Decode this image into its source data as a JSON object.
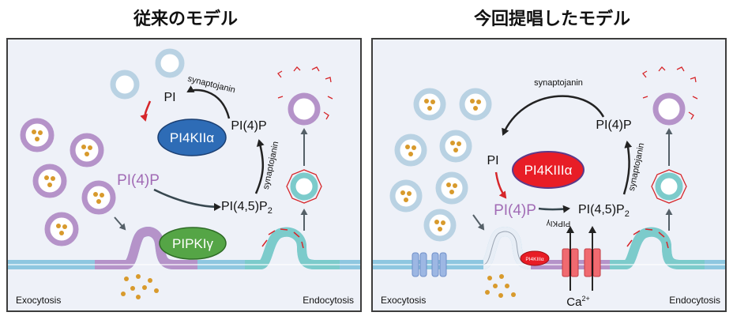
{
  "left": {
    "title": "従来のモデル",
    "labels": {
      "pi": "PI",
      "pi4p_top": "PI(4)P",
      "pi4p_left": "PI(4)P",
      "pip2": "PI(4,5)P",
      "pip2_sub": "2",
      "synaptojanin_top": "synaptojanin",
      "synaptojanin_side": "synaptojanin",
      "enzyme_top": "PI4KIIα",
      "enzyme_bottom": "PIPKIγ",
      "exocytosis": "Exocytosis",
      "endocytosis": "Endocytosis"
    }
  },
  "right": {
    "title": "今回提唱したモデル",
    "labels": {
      "pi": "PI",
      "pi4p_top": "PI(4)P",
      "pi4p_mid": "PI(4)P",
      "pip2": "PI(4,5)P",
      "pip2_sub": "2",
      "synaptojanin_top": "synaptojanin",
      "synaptojanin_side": "synaptojanin",
      "enzyme_main": "PI4KIIIα",
      "enzyme_small": "PI4KIIIα",
      "pipki": "PIPKIγ",
      "calcium": "Ca",
      "calcium_sup": "2+",
      "exocytosis": "Exocytosis",
      "endocytosis": "Endocytosis"
    }
  },
  "colors": {
    "panel_bg": "#eef1f8",
    "purple": "#b593c9",
    "teal": "#7ccbcb",
    "enzyme_blue": "#2e6cb6",
    "enzyme_green": "#55a546",
    "enzyme_red": "#e81d26",
    "arrow_red": "#d6262a",
    "channel_red": "#f06a70",
    "snare_blue": "#9db7e3",
    "dot_orange": "#d89a2c"
  }
}
